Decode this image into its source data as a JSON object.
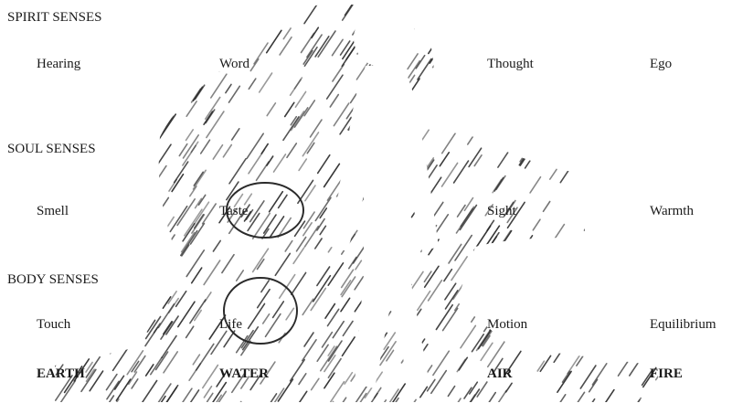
{
  "groups": {
    "spirit": {
      "heading": "SPIRIT  SENSES",
      "senses": [
        "Hearing",
        "Word",
        "Thought",
        "Ego"
      ]
    },
    "soul": {
      "heading": "SOUL SENSES",
      "senses": [
        "Smell",
        "Taste",
        "Sight",
        "Warmth"
      ]
    },
    "body": {
      "heading": "BODY SENSES",
      "senses": [
        "Touch",
        "Life",
        "Motion",
        "Equilibrium"
      ]
    }
  },
  "elements": [
    "EARTH",
    "WATER",
    "AIR",
    "FIRE"
  ],
  "colors": {
    "ink": "#1a1a1a",
    "background": "#ffffff"
  }
}
